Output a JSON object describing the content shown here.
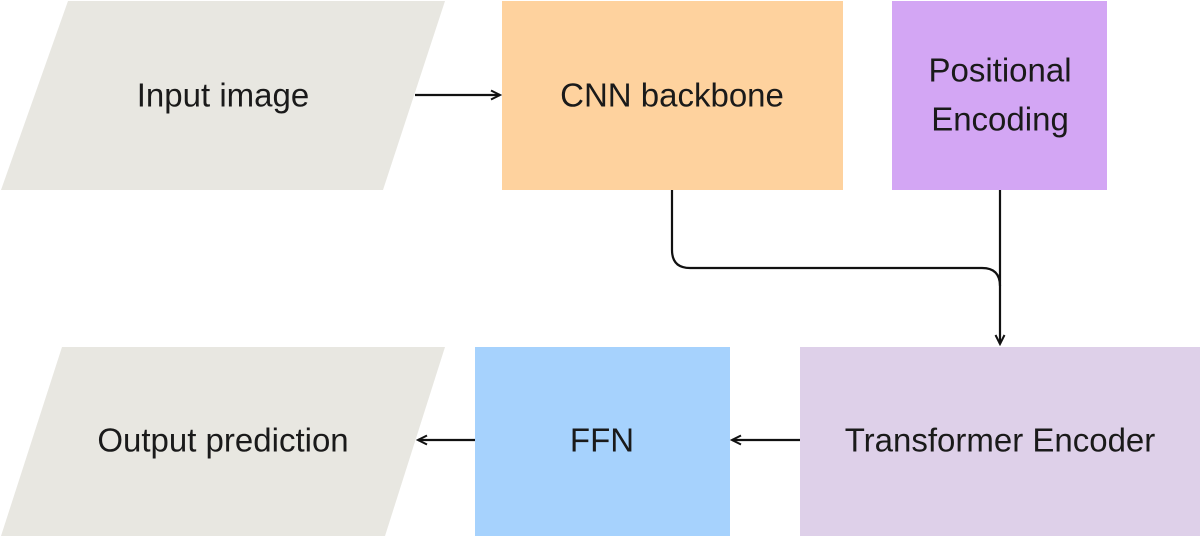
{
  "colors": {
    "io_fill": "#e8e7e1",
    "cnn_fill": "#fed29e",
    "positional_fill": "#d3a6f4",
    "transformer_fill": "#ded0e9",
    "ffn_fill": "#a6d2fd",
    "arrow": "#111111"
  },
  "nodes": {
    "input": {
      "label": "Input image",
      "shape": "parallelogram"
    },
    "cnn": {
      "label": "CNN backbone",
      "shape": "rectangle"
    },
    "positional": {
      "line1": "Positional",
      "line2": "Encoding",
      "shape": "rectangle"
    },
    "transformer": {
      "label": "Transformer Encoder",
      "shape": "rectangle"
    },
    "ffn": {
      "label": "FFN",
      "shape": "rectangle"
    },
    "output": {
      "label": "Output prediction",
      "shape": "parallelogram"
    }
  },
  "edges": [
    {
      "from": "input",
      "to": "cnn"
    },
    {
      "from": "cnn",
      "to": "transformer"
    },
    {
      "from": "positional",
      "to": "transformer"
    },
    {
      "from": "transformer",
      "to": "ffn"
    },
    {
      "from": "ffn",
      "to": "output"
    }
  ]
}
